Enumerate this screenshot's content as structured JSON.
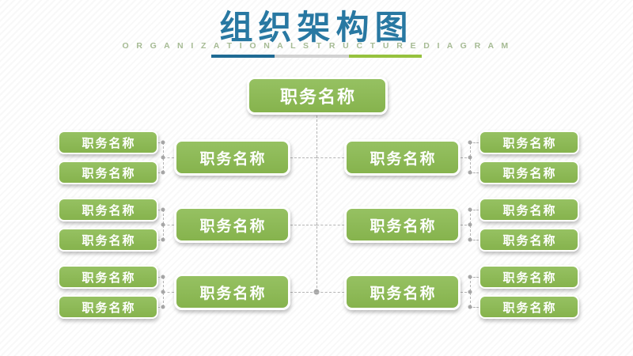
{
  "title": {
    "text": "组织架构图",
    "subtitle": "O R G A N I Z A T I O N A L   S T R U C T U R E   D I A G R A M"
  },
  "colors": {
    "title_blue": "#2878A2",
    "subtitle_green_gray": "#A6BB94",
    "box_green": "#8DB956",
    "box_border": "#FFFFFF",
    "underline_blue": "#1F6B94",
    "underline_gray": "#D2D2D2",
    "underline_green": "#96C23E",
    "connector_gray": "#B5B5B5"
  },
  "org": {
    "root": "职务名称",
    "rows": [
      {
        "outer_left": [
          "职务名称",
          "职务名称"
        ],
        "branch_left": "职务名称",
        "branch_right": "职务名称",
        "outer_right": [
          "职务名称",
          "职务名称"
        ]
      },
      {
        "outer_left": [
          "职务名称",
          "职务名称"
        ],
        "branch_left": "职务名称",
        "branch_right": "职务名称",
        "outer_right": [
          "职务名称",
          "职务名称"
        ]
      },
      {
        "outer_left": [
          "职务名称",
          "职务名称"
        ],
        "branch_left": "职务名称",
        "branch_right": "职务名称",
        "outer_right": [
          "职务名称",
          "职务名称"
        ]
      }
    ]
  }
}
